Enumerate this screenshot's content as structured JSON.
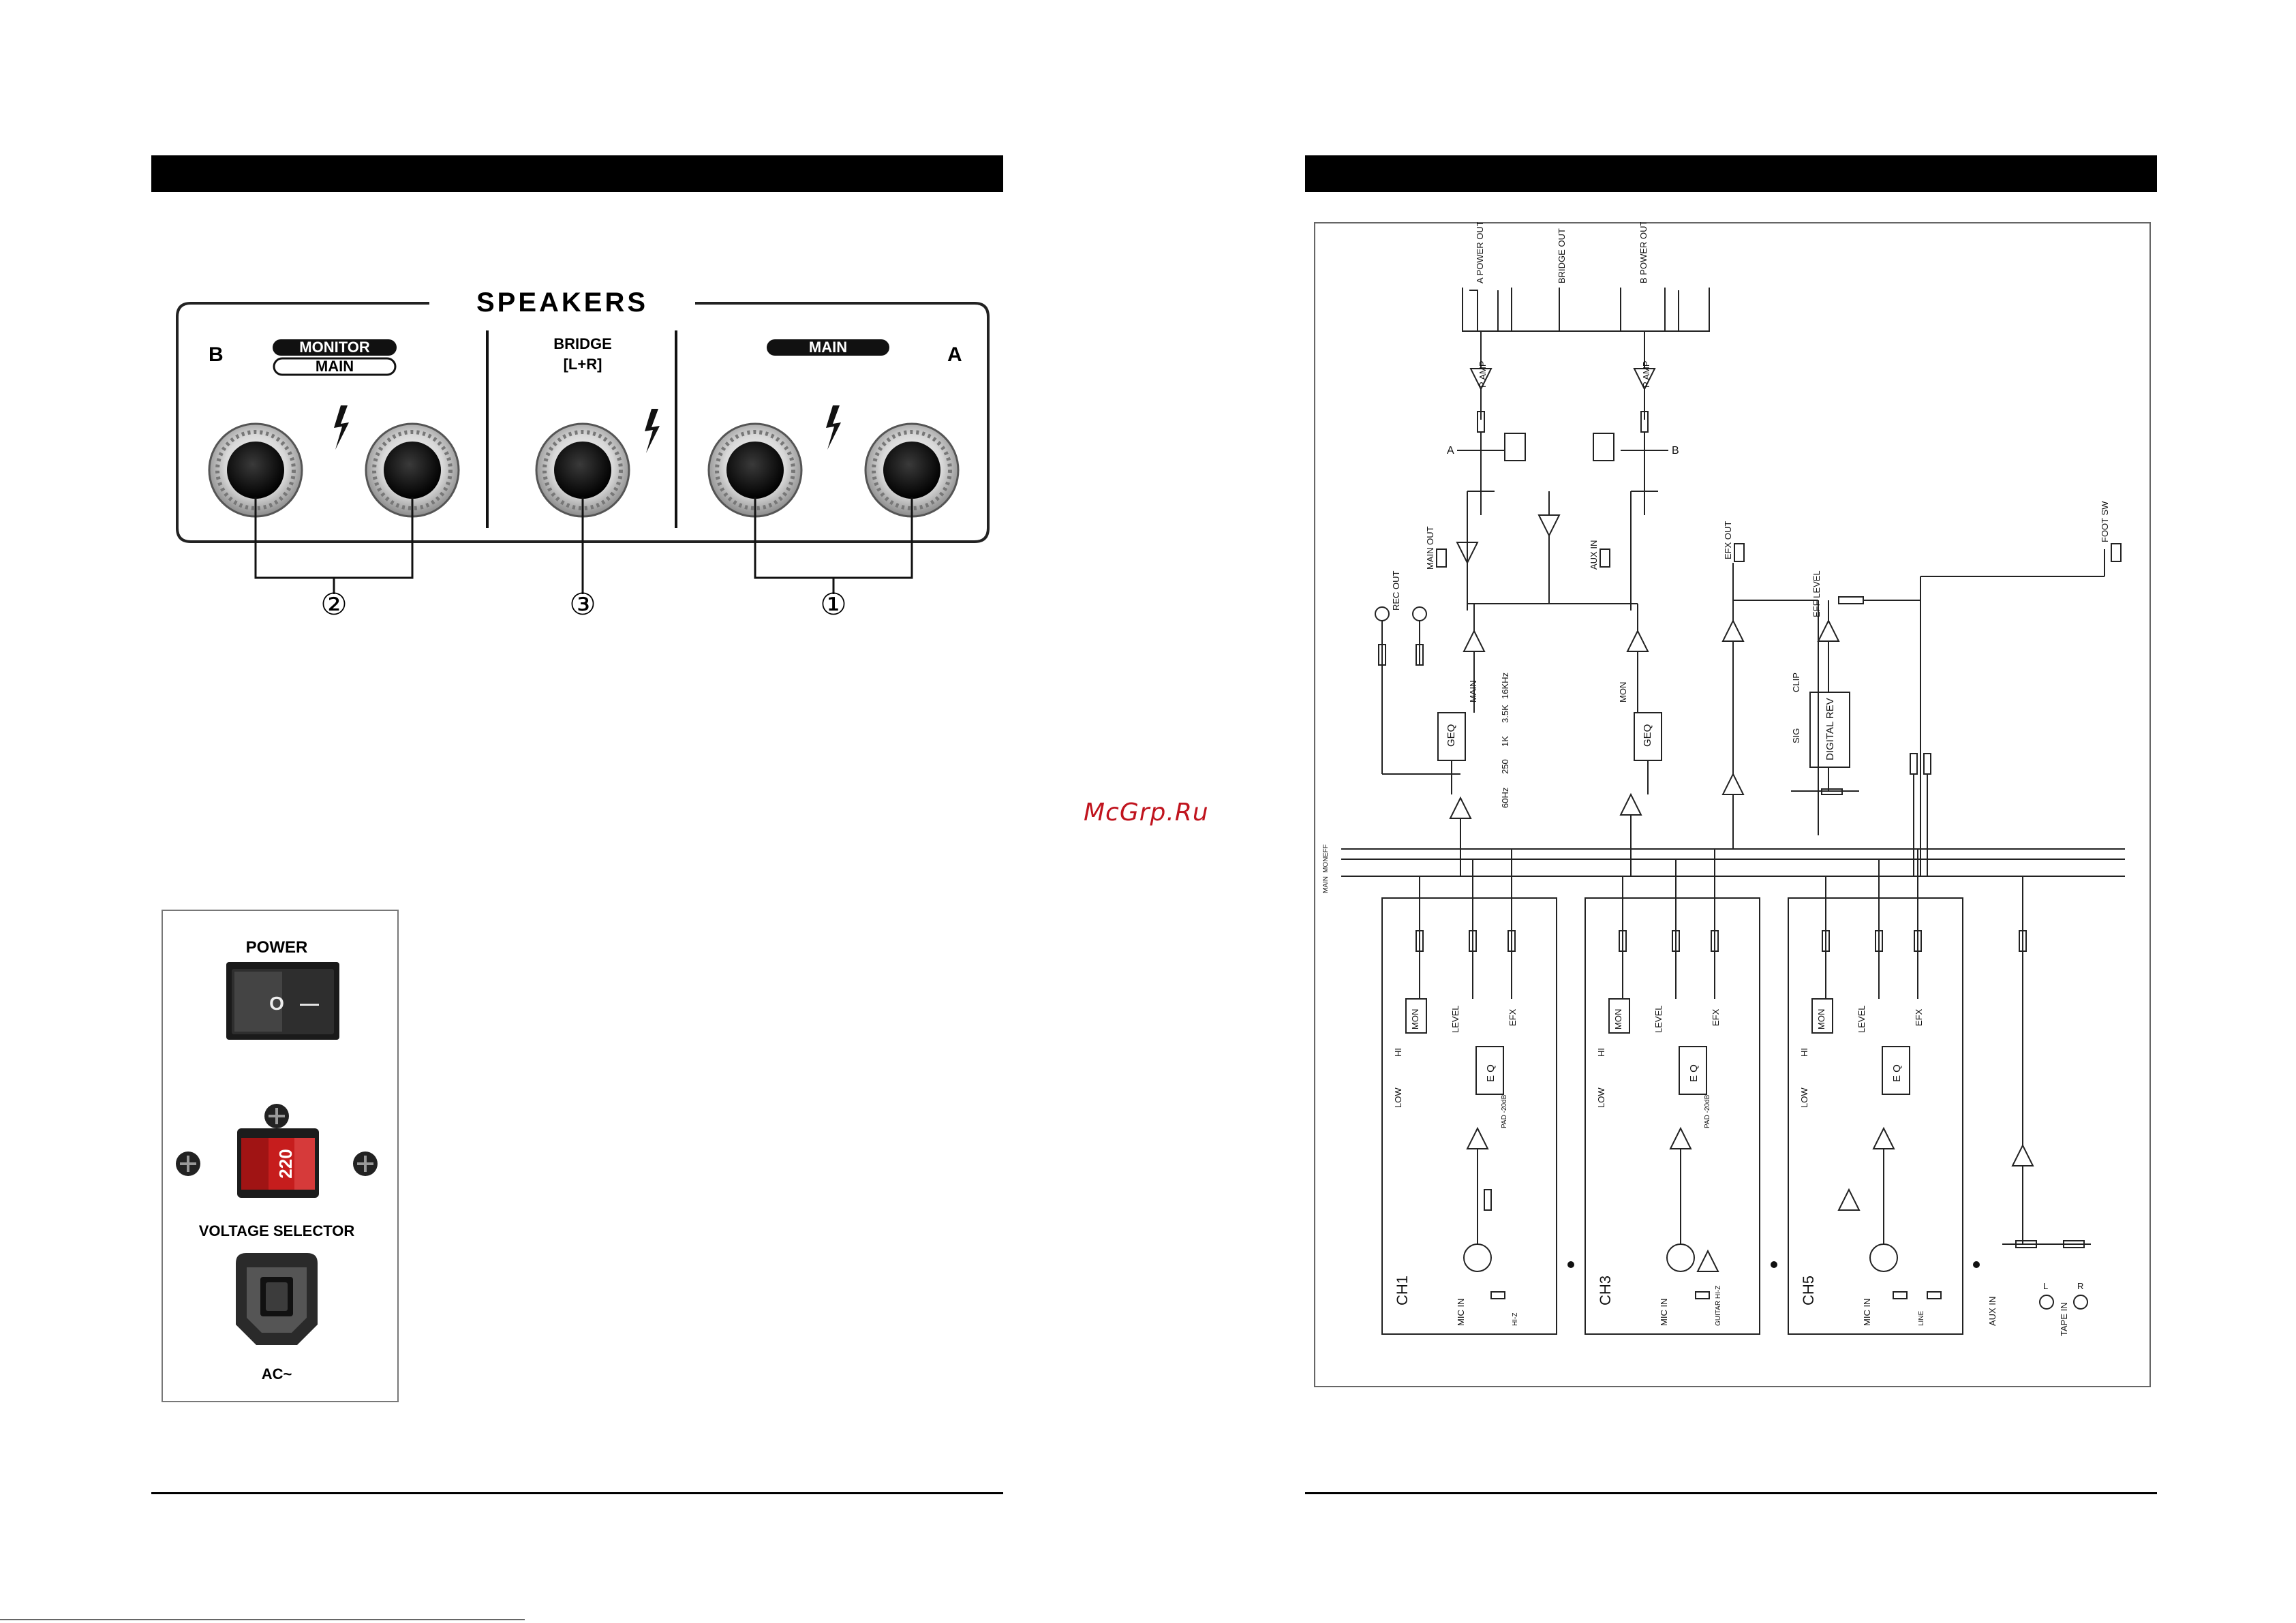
{
  "speakers_panel": {
    "title": "SPEAKERS",
    "label_b": "B",
    "label_a": "A",
    "monitor_label": "MONITOR",
    "main_label_left": "MAIN",
    "bridge_label": "BRIDGE",
    "bridge_sub": "[L+R]",
    "main_label_right": "MAIN",
    "callouts": [
      "②",
      "③",
      "①"
    ]
  },
  "power_panel": {
    "power_label": "POWER",
    "switch_off": "O",
    "switch_on": "—",
    "voltage_value": "220",
    "voltage_selector_label": "VOLTAGE SELECTOR",
    "ac_label": "AC~"
  },
  "watermark": "McGrp.Ru",
  "schematic": {
    "top_outputs": [
      "A POWER OUT",
      "BRIDGE OUT",
      "B POWER OUT"
    ],
    "amp_label": "P AMP",
    "bus_a": "A",
    "bus_b": "B",
    "rec_out": "REC OUT",
    "main_out": "MAIN OUT",
    "aux_in": "AUX IN",
    "efx_out": "EFX OUT",
    "foot_sw": "FOOT SW",
    "efx_level": "EFF LEVEL",
    "digital_rev": "DIGITAL REV",
    "clip": "CLIP",
    "sig": "SIG",
    "geq": "GEQ",
    "main": "MAIN",
    "mon": "MON",
    "freqs": [
      "60Hz",
      "250",
      "1K",
      "3.5K",
      "16KHz"
    ],
    "bus_labels": [
      "EFF",
      "MON",
      "MAIN"
    ],
    "channels": [
      {
        "name": "CH1",
        "mic_in": "MIC IN",
        "line_in": "HI-Z"
      },
      {
        "name": "CH3",
        "mic_in": "MIC IN",
        "line_in": "GUITAR HI-Z"
      },
      {
        "name": "CH5",
        "mic_in": "MIC IN",
        "line_in": "LINE"
      }
    ],
    "eq": "E Q",
    "hi": "HI",
    "low": "LOW",
    "level": "LEVEL",
    "efx": "EFX",
    "pad": "PAD -20dB",
    "aux_in_bottom": "AUX IN",
    "tape_in": "TAPE IN",
    "tape_l": "L",
    "tape_r": "R"
  }
}
